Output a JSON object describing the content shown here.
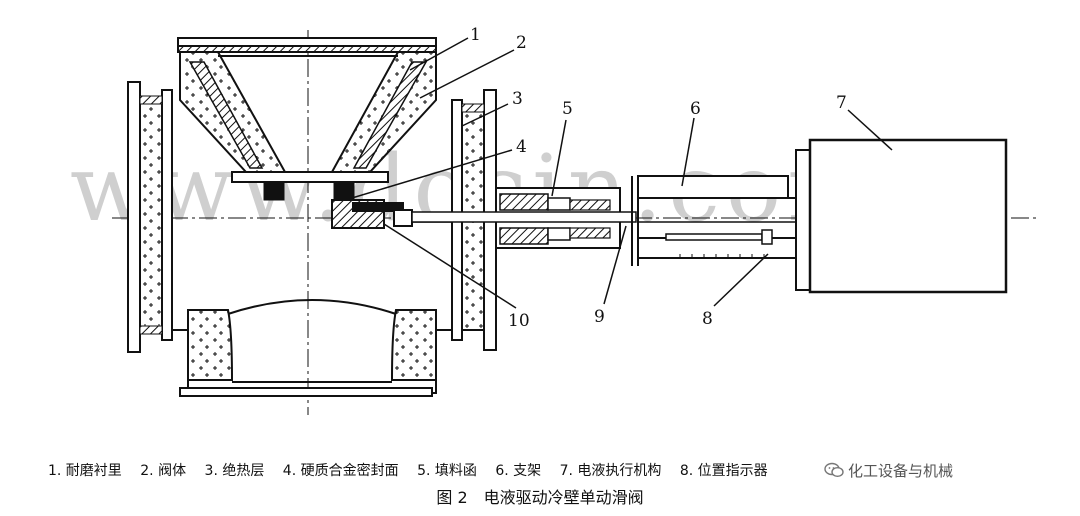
{
  "watermark": "www.docin.com",
  "callouts": [
    "1",
    "2",
    "3",
    "4",
    "5",
    "6",
    "7",
    "8",
    "9",
    "10"
  ],
  "legend": [
    "1. 耐磨衬里",
    "2. 阀体",
    "3. 绝热层",
    "4. 硬质合金密封面",
    "5. 填料函",
    "6. 支架",
    "7. 电液执行机构",
    "8. 位置指示器"
  ],
  "caption": "图 2　电液驱动冷壁单动滑阀",
  "brand": {
    "text": "化工设备与机械",
    "icon": "wechat-icon"
  }
}
